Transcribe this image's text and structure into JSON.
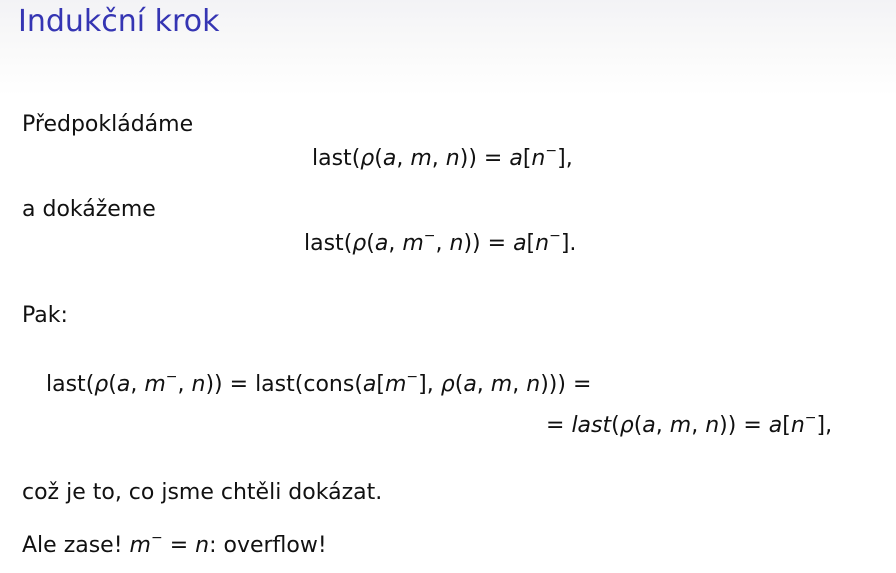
{
  "slide": {
    "title": "Indukční krok",
    "title_color": "#3535b3",
    "p1": "Předpokládáme",
    "p2": "a dokážeme",
    "p3": "Pak:",
    "p4": "což je to, co jsme chtěli dokázat.",
    "p5_prefix": "Ale zase!",
    "p5_suffix": ": overflow!"
  },
  "math": {
    "last": "last",
    "cons": "cons",
    "rho": "ρ",
    "a": "a",
    "m": "m",
    "n": "n",
    "minus": "−",
    "eq": " = ",
    "comma": ", ",
    "lparen": "(",
    "rparen": ")",
    "lbracket": "[",
    "rbracket": "]",
    "dot": ".",
    "trail_comma": ","
  }
}
